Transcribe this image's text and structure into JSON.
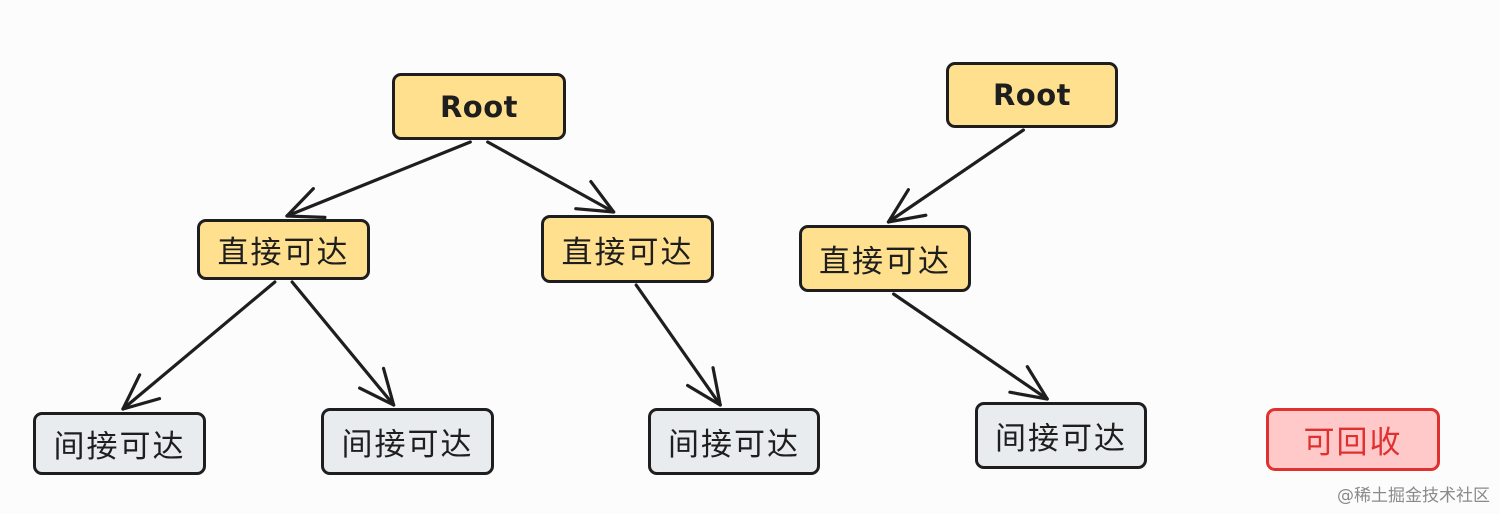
{
  "nodes": {
    "root_left": "Root",
    "root_right": "Root",
    "direct_1": "直接可达",
    "direct_2": "直接可达",
    "direct_3": "直接可达",
    "indirect_1": "间接可达",
    "indirect_2": "间接可达",
    "indirect_3": "间接可达",
    "indirect_4": "间接可达",
    "reclaimable": "可回收"
  },
  "colors": {
    "reachable_fill": "#ffe08f",
    "indirect_fill": "#e9ecef",
    "reclaimable_fill": "#ffc9c9",
    "reclaimable_stroke": "#e03131",
    "stroke": "#1e1e1e"
  },
  "edges": [
    {
      "from": "root_left",
      "to": "direct_1"
    },
    {
      "from": "root_left",
      "to": "direct_2"
    },
    {
      "from": "direct_1",
      "to": "indirect_1"
    },
    {
      "from": "direct_1",
      "to": "indirect_2"
    },
    {
      "from": "direct_2",
      "to": "indirect_3"
    },
    {
      "from": "root_right",
      "to": "direct_3"
    },
    {
      "from": "direct_3",
      "to": "indirect_4"
    }
  ],
  "watermark": "@稀土掘金技术社区"
}
